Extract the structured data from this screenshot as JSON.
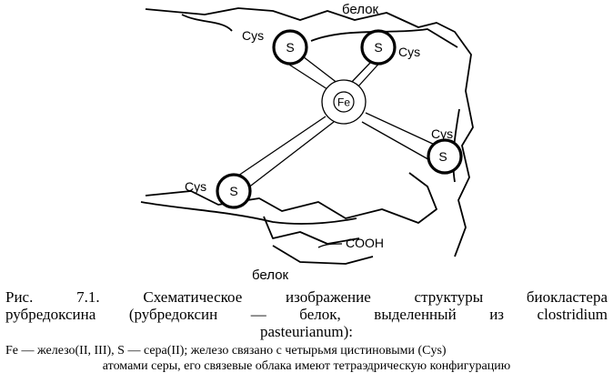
{
  "diagram": {
    "center_atom": "Fe",
    "sulfur_atom": "S",
    "cys_labels": [
      "Cys",
      "Cys",
      "Cys",
      "Cys"
    ],
    "protein_label_top": "белок",
    "protein_label_bottom": "белок",
    "terminal_group": "COOH"
  },
  "caption": {
    "line1": "Рис. 7.1. Схематическое изображение структуры биокластера",
    "line2": "рубредоксина (рубредоксин — белок, выделенный из clostridium",
    "line3": "pasteurianum):",
    "line4": "Fe — железо(II, III), S — сера(II); железо связано с четырьмя цистиновыми (Cys)",
    "line5": "атомами серы, его связевые облака имеют тетраэдрическую конфигурацию"
  }
}
